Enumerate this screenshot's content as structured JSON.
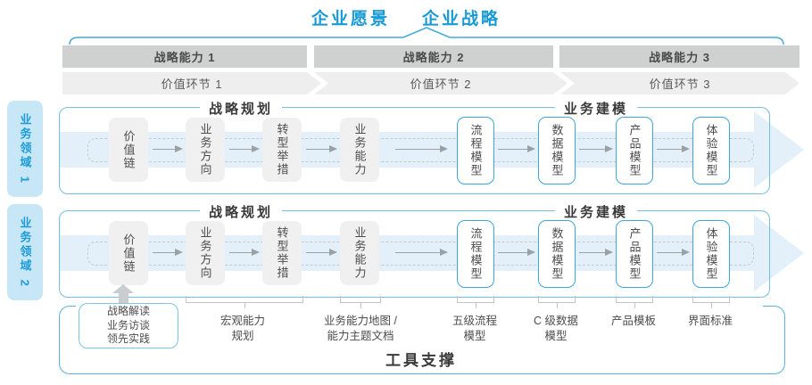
{
  "header": {
    "vision": "企业愿景",
    "strategy": "企业战略"
  },
  "strategic_capabilities": [
    "战略能力 1",
    "战略能力 2",
    "战略能力 3"
  ],
  "value_chains": [
    "价值环节 1",
    "价值环节 2",
    "价值环节 3"
  ],
  "business_domains": [
    "业务领域 1",
    "业务领域 2"
  ],
  "flow": {
    "planning_header": "战略规划",
    "modeling_header": "业务建模",
    "planning_boxes": [
      "价值链",
      "业务方向",
      "转型举措",
      "业务能力"
    ],
    "modeling_boxes": [
      "流程模型",
      "数据模型",
      "产品模型",
      "体验模型"
    ]
  },
  "annotations": {
    "inputs_box": "战略解读\n业务访谈\n领先实践",
    "macro_capability": "宏观能力\n规划",
    "capability_map": "业务能力地图 /\n能力主题文档",
    "process_model": "五级流程\n模型",
    "data_model": "C 级数据\n模型",
    "product_template": "产品模板",
    "ui_standard": "界面标准"
  },
  "footer": {
    "tool_support": "工具支撑"
  },
  "colors": {
    "accent_blue": "#189AD5",
    "container_border_blue": "#74BFE5",
    "band_blue": "#E3F0FA",
    "domain_label_bg": "#C7E7F6",
    "capability_bar_gray": "#CFD1D1",
    "chevron_gray": "#EEEEEE",
    "process_box_gray": "#F0F0F0",
    "model_box_border": "#3BA7DC"
  }
}
